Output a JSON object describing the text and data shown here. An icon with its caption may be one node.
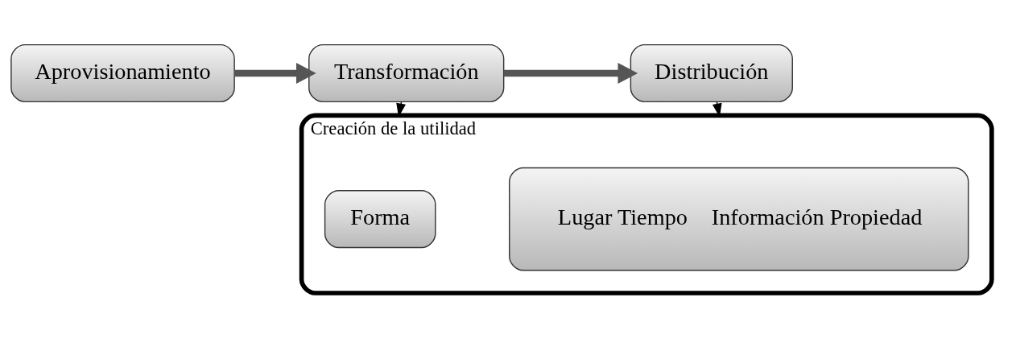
{
  "diagram": {
    "nodes": [
      {
        "text": [
          "Aprovisionamiento"
        ]
      },
      {
        "text": [
          "Transformación"
        ]
      },
      {
        "text": [
          "Distribución"
        ]
      },
      {
        "text": [
          "Creación de la utilidad"
        ]
      },
      {
        "text": [
          "Forma"
        ],
        "in": 3
      },
      {
        "text": [
          "Lugar Tiempo",
          "Información Propiedad"
        ],
        "in": 3
      }
    ],
    "edges": [
      {
        "from": 0,
        "to": 1,
        "arrow": "to",
        "style": "thick"
      },
      {
        "from": 1,
        "to": 2,
        "arrow": "to",
        "style": "thick"
      },
      {
        "from": 1,
        "to": 3,
        "arrow": "to"
      },
      {
        "from": 2,
        "to": 3,
        "arrow": "to"
      }
    ]
  }
}
